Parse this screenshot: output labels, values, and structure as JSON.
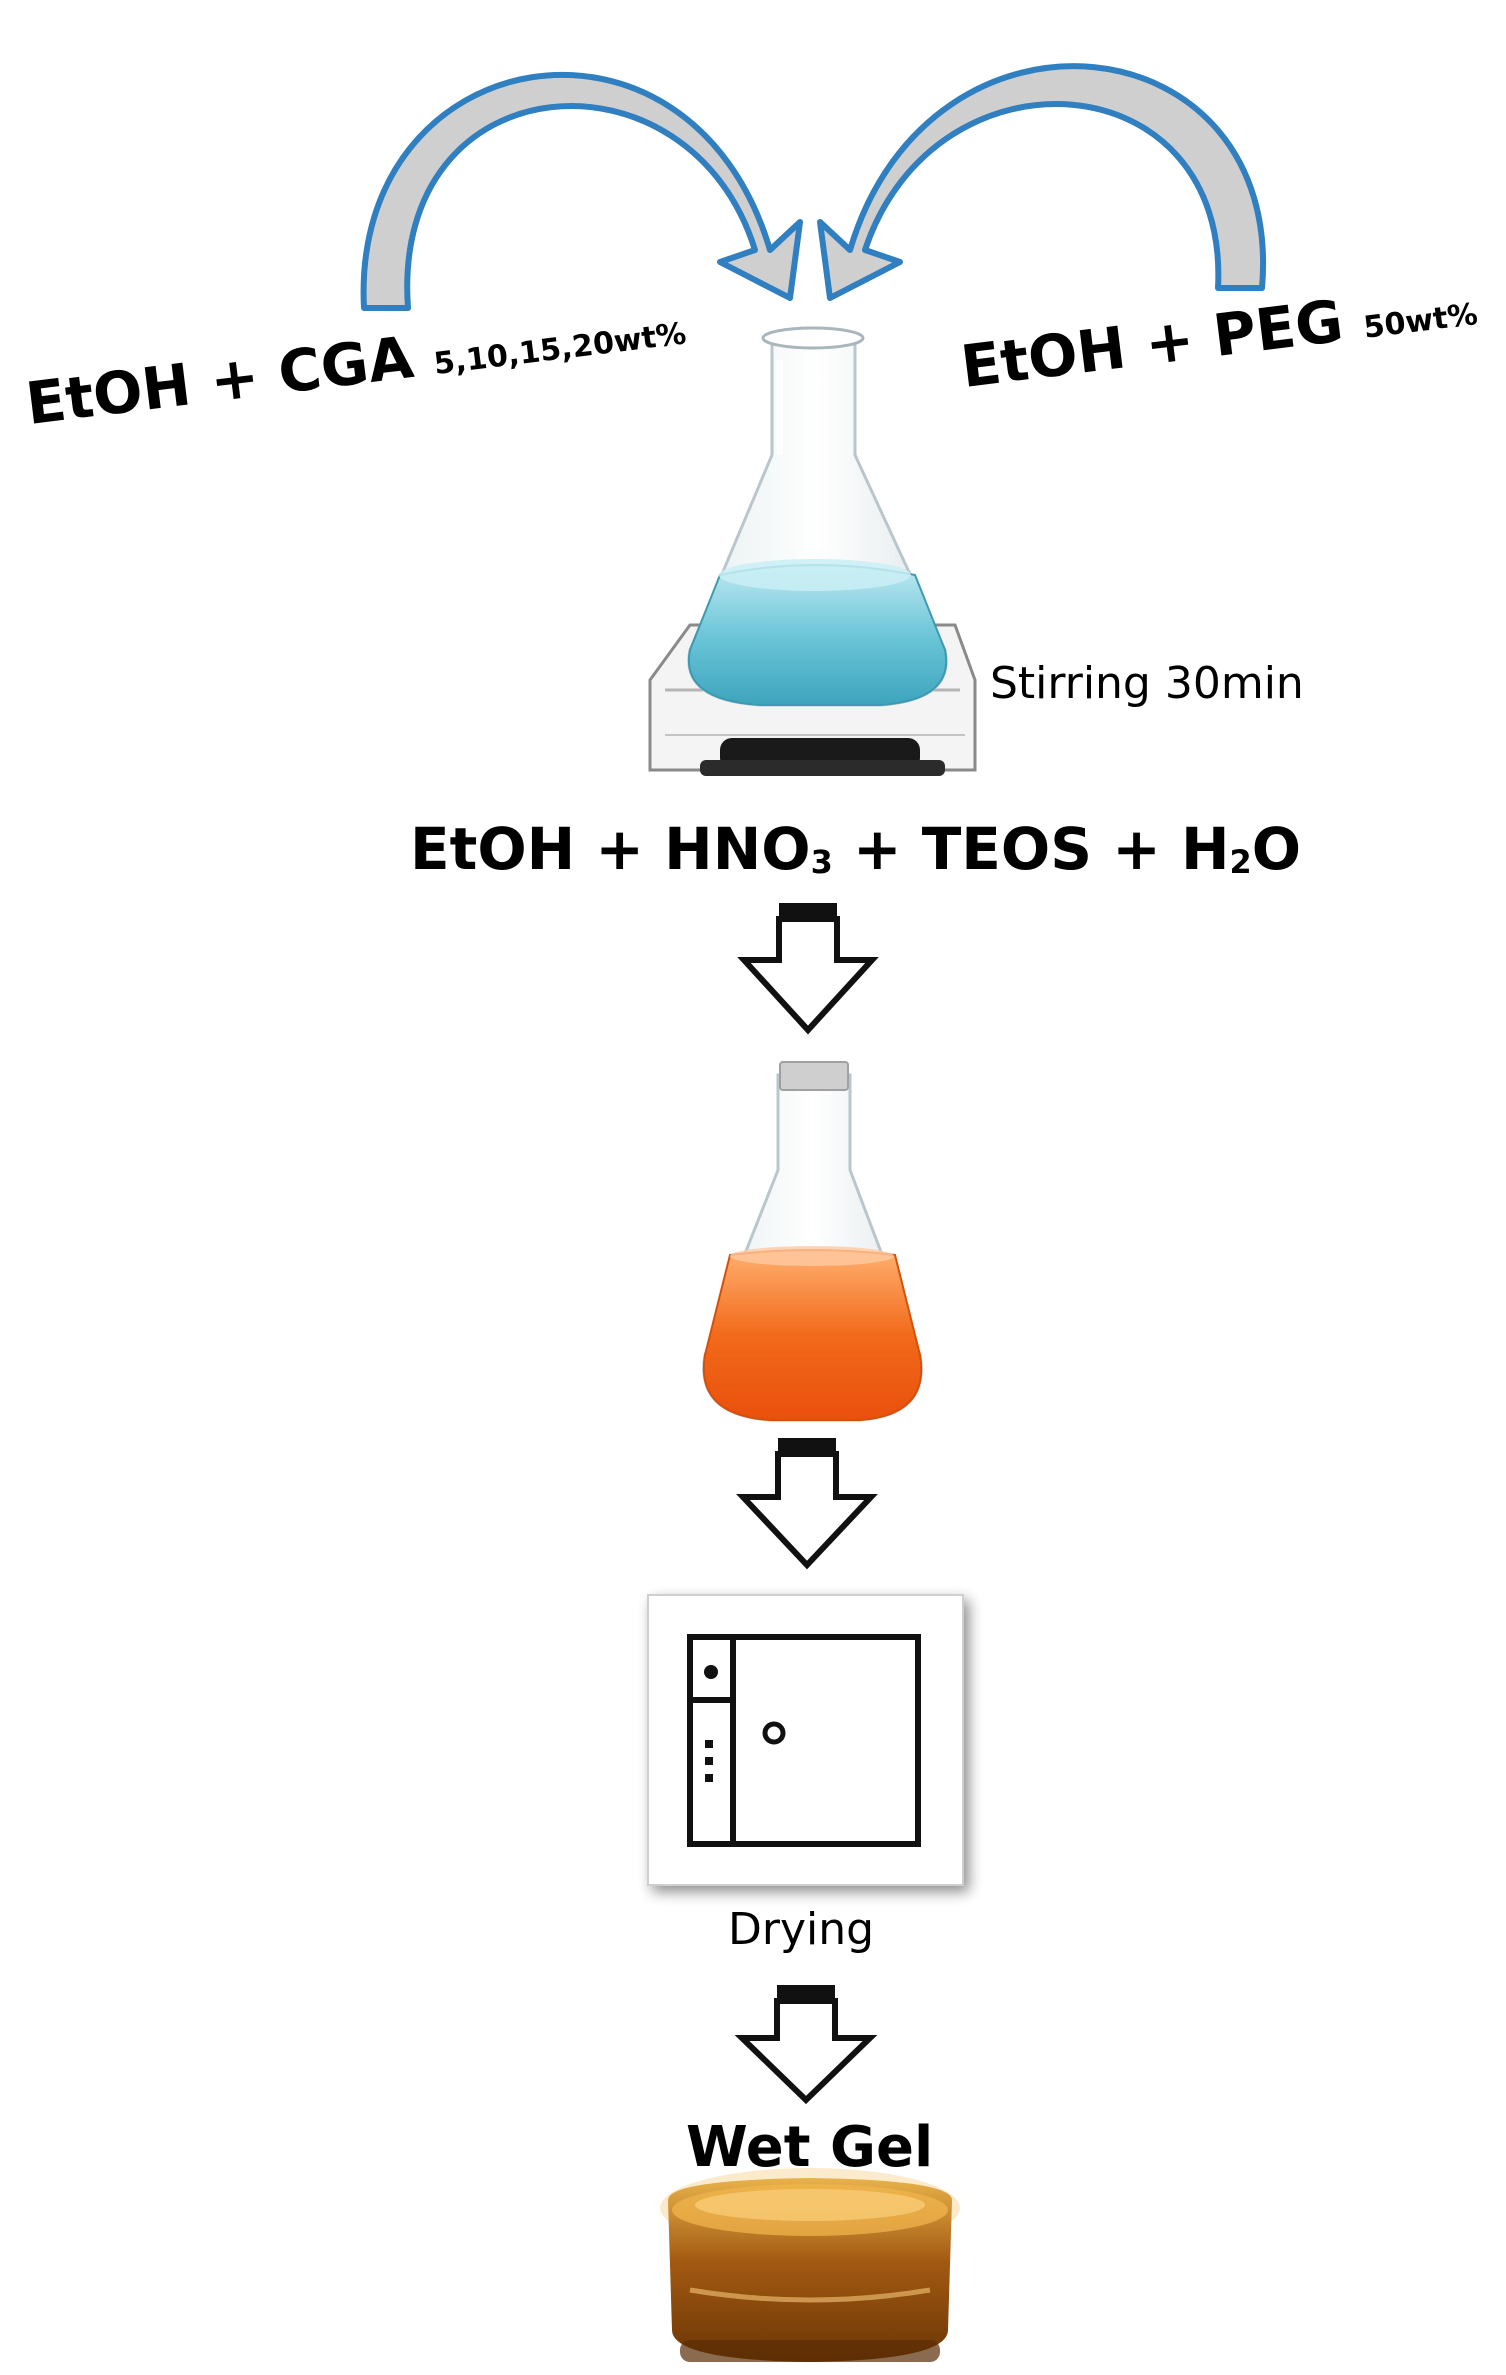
{
  "inputs": {
    "left": {
      "main": "EtOH + CGA",
      "sub": "5,10,15,20wt%"
    },
    "right": {
      "main": "EtOH + PEG",
      "sub": "50wt%"
    }
  },
  "steps": {
    "stirring_caption": "Stirring 30min",
    "reaction_formula": {
      "a": "EtOH + HNO",
      "s1": "3",
      "b": " + TEOS + H",
      "s2": "2",
      "c": "O"
    },
    "drying_caption": "Drying",
    "product_title": "Wet Gel"
  },
  "colors": {
    "arc_outline": "#2f7fc1",
    "arc_fill": "#cfcfcf",
    "blue_liquid": "#5fbcd0",
    "orange_liquid": "#f26a1b",
    "gel_amber": "#a35a12"
  },
  "icons": [
    "arc-arrow-icon",
    "flask-icon",
    "stir-plate-icon",
    "down-arrow-icon",
    "oven-icon",
    "gel-jar-icon"
  ]
}
